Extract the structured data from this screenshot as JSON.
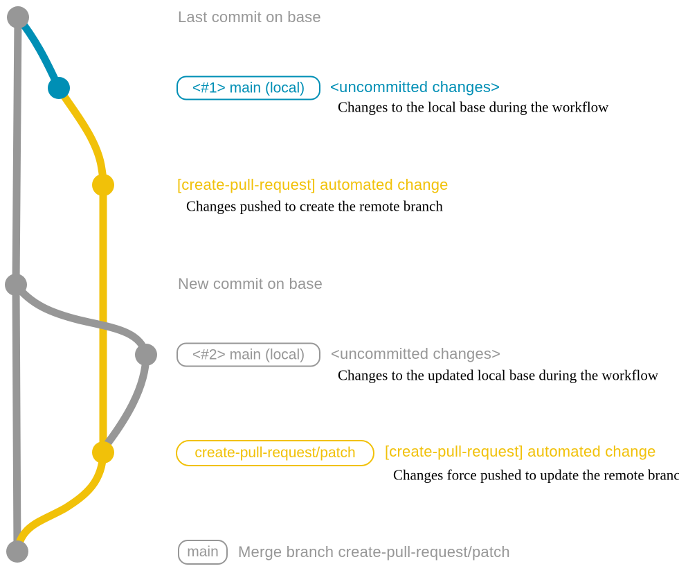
{
  "diagram": {
    "kind": "git-branch-graph",
    "colors": {
      "base_gray": "#979797",
      "local_blue": "#008fb5",
      "patch_yellow": "#f1c109",
      "note_text": "#000000",
      "background": "#ffffff"
    },
    "branches": [
      {
        "name": "base",
        "color": "#979797"
      },
      {
        "name": "main (local)",
        "color": "#008fb5"
      },
      {
        "name": "create-pull-request/patch",
        "color": "#f1c109"
      }
    ],
    "commits": [
      {
        "name": "last-commit-on-base",
        "color": "#979797"
      },
      {
        "name": "uncommitted-changes-1",
        "color": "#008fb5"
      },
      {
        "name": "automated-change-1",
        "color": "#f1c109"
      },
      {
        "name": "new-commit-on-base",
        "color": "#979797"
      },
      {
        "name": "uncommitted-changes-2",
        "color": "#979797"
      },
      {
        "name": "automated-change-2",
        "color": "#f1c109"
      },
      {
        "name": "merge-commit",
        "color": "#979797"
      }
    ]
  },
  "rows": {
    "row1": {
      "message": "Last commit on base"
    },
    "row2": {
      "pill": "<#1> main (local)",
      "heading": "<uncommitted changes>",
      "note": "Changes to the local base during the workflow"
    },
    "row3": {
      "heading": "[create-pull-request] automated change",
      "note": "Changes pushed to create the remote branch"
    },
    "row4": {
      "message": "New commit on base"
    },
    "row5": {
      "pill": "<#2> main (local)",
      "heading": "<uncommitted changes>",
      "note": "Changes to the updated local base during the workflow"
    },
    "row6": {
      "pill": "create-pull-request/patch",
      "heading": "[create-pull-request] automated change",
      "note": "Changes force pushed to update the remote branch"
    },
    "row7": {
      "pill": "main",
      "heading": "Merge branch create-pull-request/patch"
    }
  }
}
